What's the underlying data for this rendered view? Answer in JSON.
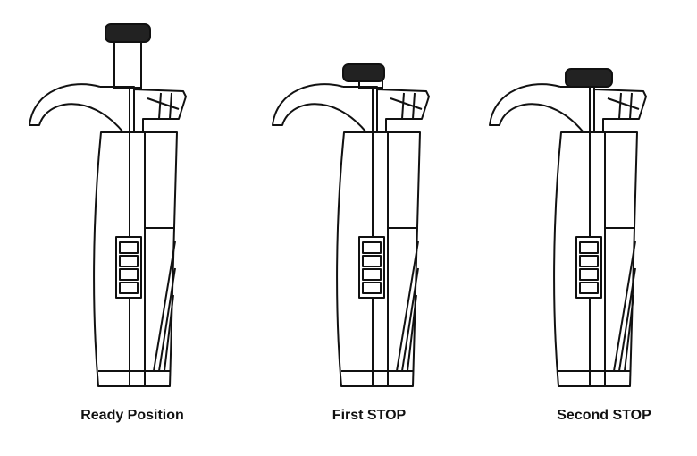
{
  "pipettes": [
    {
      "label": "Ready Position",
      "plunger_state": "up"
    },
    {
      "label": "First STOP",
      "plunger_state": "first-stop"
    },
    {
      "label": "Second STOP",
      "plunger_state": "second-stop"
    }
  ],
  "colors": {
    "line": "#111111",
    "background": "#ffffff"
  }
}
